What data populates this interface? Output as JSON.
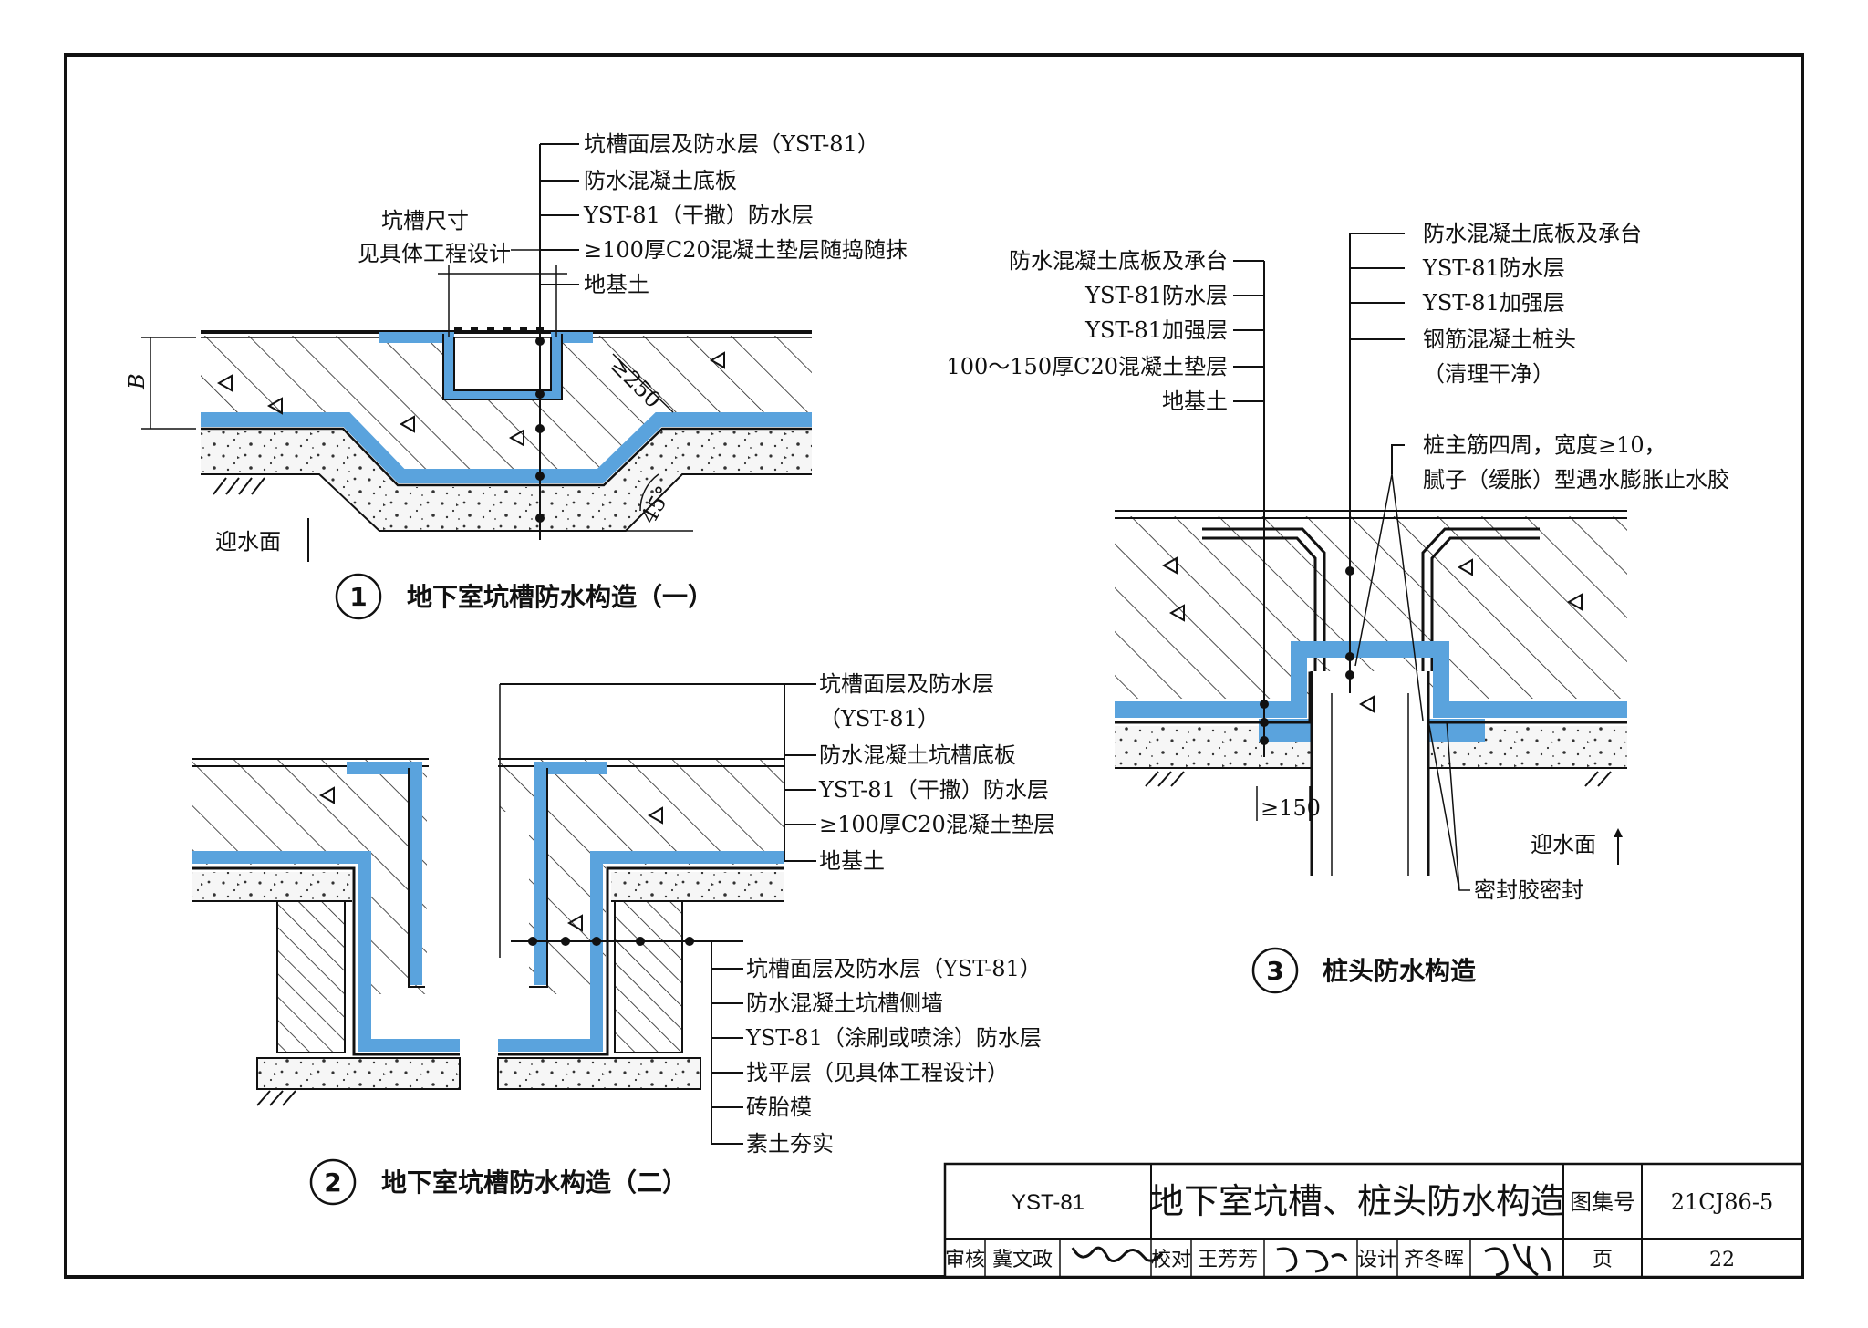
{
  "colors": {
    "membrane": "#5aa3dd",
    "line": "#111111",
    "background": "#ffffff"
  },
  "detail1": {
    "caption_num": "1",
    "caption": "地下室坑槽防水构造（一）",
    "labels": [
      "坑槽面层及防水层（YST-81）",
      "防水混凝土底板",
      "YST-81（干撒）防水层",
      "≥100厚C20混凝土垫层随捣随抹",
      "地基土"
    ],
    "pit_note_1": "坑槽尺寸",
    "pit_note_2": "见具体工程设计",
    "dim_b": "B",
    "dim_250": "≥250",
    "angle": "45°",
    "water_side": "迎水面"
  },
  "detail2": {
    "caption_num": "2",
    "caption": "地下室坑槽防水构造（二）",
    "top_labels": [
      "坑槽面层及防水层",
      "（YST-81）",
      "防水混凝土坑槽底板",
      "YST-81（干撒）防水层",
      "≥100厚C20混凝土垫层",
      "地基土"
    ],
    "side_labels": [
      "坑槽面层及防水层（YST-81）",
      "防水混凝土坑槽侧墙",
      "YST-81（涂刷或喷涂）防水层",
      "找平层（见具体工程设计）",
      "砖胎模",
      "素土夯实"
    ]
  },
  "detail3": {
    "caption_num": "3",
    "caption": "桩头防水构造",
    "left_labels": [
      "防水混凝土底板及承台",
      "YST-81防水层",
      "YST-81加强层",
      "100～150厚C20混凝土垫层",
      "地基土"
    ],
    "right_labels": [
      "防水混凝土底板及承台",
      "YST-81防水层",
      "YST-81加强层",
      "钢筋混凝土桩头",
      "（清理干净）"
    ],
    "rebar_note_1": "桩主筋四周，宽度≥10，",
    "rebar_note_2": "腻子（缓胀）型遇水膨胀止水胶",
    "dim_150": "≥150",
    "water_side": "迎水面",
    "sealant": "密封胶密封"
  },
  "title_block": {
    "product": "YST-81",
    "title": "地下室坑槽、桩头防水构造",
    "atlas_label": "图集号",
    "atlas_no": "21CJ86-5",
    "review_label": "审核",
    "reviewer": "冀文政",
    "check_label": "校对",
    "checker": "王芳芳",
    "design_label": "设计",
    "designer": "齐冬晖",
    "page_label": "页",
    "page_no": "22"
  }
}
